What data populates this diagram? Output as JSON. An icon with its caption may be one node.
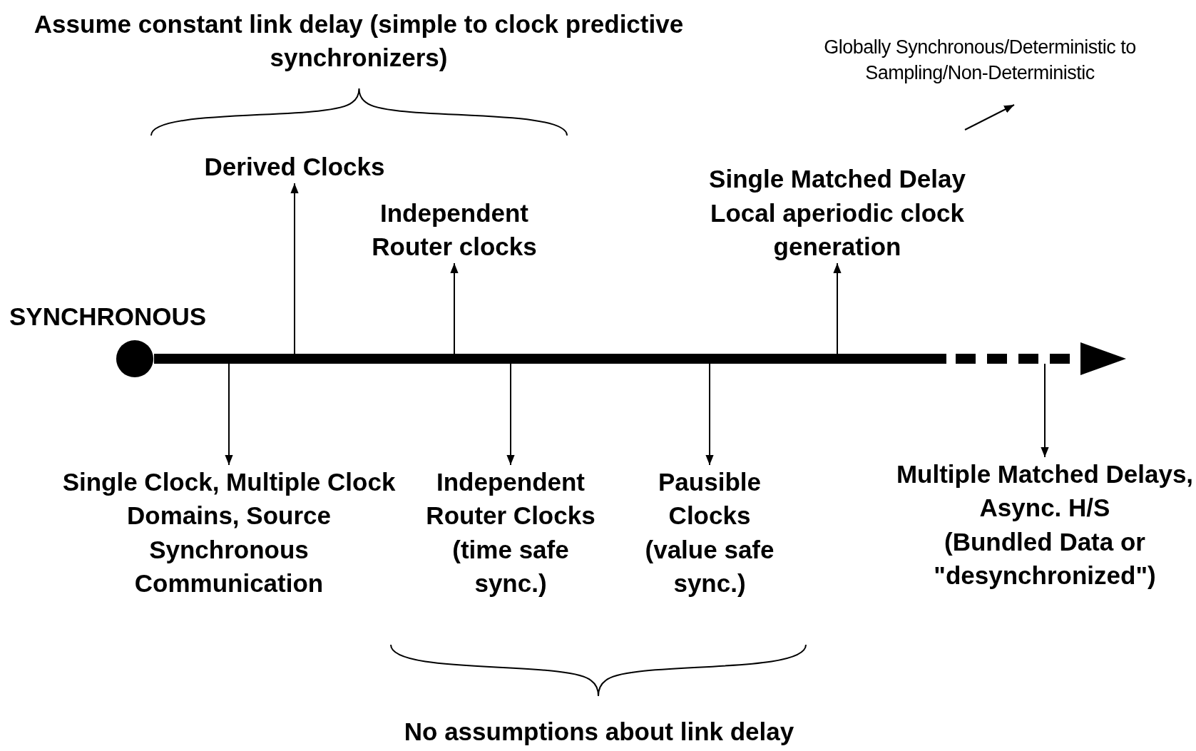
{
  "diagram": {
    "nodes": [
      {
        "text": [],
        "shape": "bar"
      },
      {
        "text": [
          "Derived Clocks"
        ]
      },
      {
        "text": [
          "Independent Router clocks"
        ]
      },
      {
        "text": [
          "Single Matched Delay",
          "Local aperiodic clock generation"
        ]
      },
      {
        "text": [
          "Single Clock, Multiple Clock Domains, Source Synchronous Communication"
        ]
      },
      {
        "text": [
          "Independent Router Clocks",
          "(time safe sync.)"
        ]
      },
      {
        "text": [
          "Pausible Clocks",
          "(value safe sync.)"
        ]
      },
      {
        "text": [
          "Multiple Matched Delays, Async. H/S",
          "(Bundled Data or \"desynchronized\")"
        ]
      }
    ],
    "edges": [
      {
        "from": 0,
        "to": 1,
        "arrow": "to"
      },
      {
        "from": 0,
        "to": 2,
        "arrow": "to"
      },
      {
        "from": 0,
        "to": 3,
        "arrow": "to"
      },
      {
        "from": 0,
        "to": 4,
        "arrow": "to"
      },
      {
        "from": 0,
        "to": 5,
        "arrow": "to"
      },
      {
        "from": 0,
        "to": 6,
        "arrow": "to"
      },
      {
        "from": 0,
        "to": 7,
        "arrow": "to"
      }
    ],
    "labels": [
      "Assume constant link delay (simple to clock predictive synchronizers)",
      "Globally Synchronous/Deterministic to Sampling/Non-Deterministic",
      "SYNCHRONOUS",
      "No assumptions about link delay"
    ]
  }
}
